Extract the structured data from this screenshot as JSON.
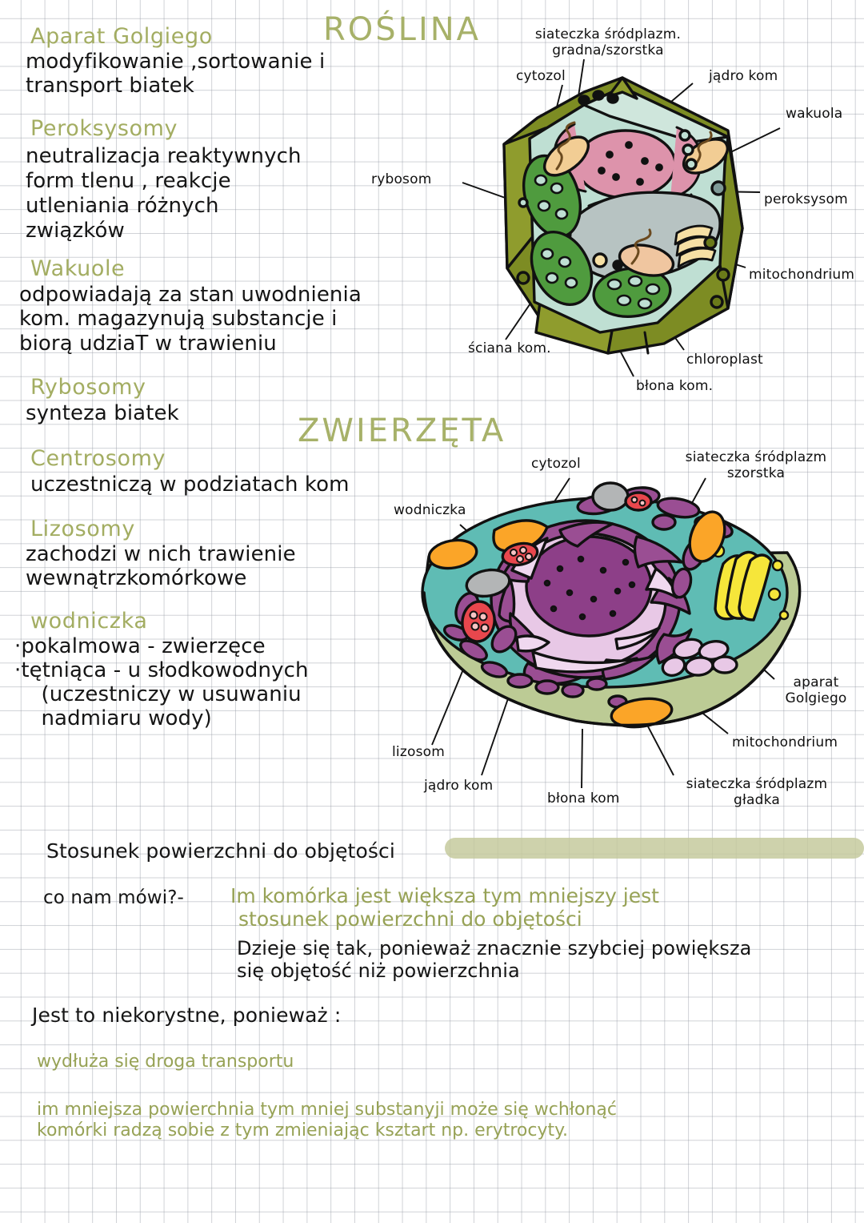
{
  "page": {
    "paper": "graph-paper",
    "ink_black": "#151515",
    "ink_green": "#9aa55c",
    "highlight": "#c3c89a"
  },
  "notes": [
    {
      "title": "Aparat Golgiego",
      "lines": [
        "modyfikowanie ,sortowanie i",
        "transport biatek"
      ]
    },
    {
      "title": "Peroksysomy",
      "lines": [
        "neutralizacja reaktywnych",
        "form tlenu , reakcje",
        "utleniania różnych",
        "związków"
      ]
    },
    {
      "title": "Wakuole",
      "lines": [
        "odpowiadają za stan uwodnienia",
        "kom. magazynują substancje i",
        "biorą udziaT w trawieniu"
      ]
    },
    {
      "title": "Rybosomy",
      "lines": [
        "synteza biatek"
      ]
    },
    {
      "title": "Centrosomy",
      "lines": [
        "uczestniczą w podziatach kom"
      ]
    },
    {
      "title": "Lizosomy",
      "lines": [
        "zachodzi w nich trawienie",
        "wewnątrzkomórkowe"
      ]
    },
    {
      "title": "wodniczka",
      "lines": [
        "·pokalmowa - zwierzęce",
        "·tętniąca - u słodkowodnych",
        "    (uczestniczy w usuwaniu",
        "    nadmiaru wody)"
      ]
    }
  ],
  "plant": {
    "heading": "ROŚLINA",
    "labels": {
      "er_rough": "siateczka śródplazm.\ngradna/szorstka",
      "cytosol": "cytozol",
      "nucleus": "jądro kom",
      "vacuole": "wakuola",
      "ribosome": "rybosom",
      "peroxisome": "peroksysom",
      "mitochondrion": "mitochondrium",
      "cell_wall": "ściana kom.",
      "chloroplast": "chloroplast",
      "membrane": "błona kom."
    }
  },
  "animal": {
    "heading": "ZWIERZĘTA",
    "labels": {
      "cytosol": "cytozol",
      "er_rough": "siateczka śródplazm\nszorstka",
      "vacuole": "wodniczka",
      "golgi": "aparat\nGolgiego",
      "mitochondrion": "mitochondrium",
      "er_smooth": "siateczka śródplazm\ngładka",
      "membrane": "błona kom",
      "nucleus": "jądro kom",
      "lysosome": "lizosom"
    }
  },
  "ratio": {
    "heading": "Stosunek powierzchni do objętości",
    "question": "co nam mówi?-",
    "answer_green": [
      "Im komórka jest większa tym mniejszy jest",
      "stosunek powierzchni do objętości"
    ],
    "answer_black": [
      "Dzieje się tak, ponieważ znacznie szybciej powiększa",
      "się objętość niż powierzchnia"
    ],
    "why_heading": "Jest to niekorystne, ponieważ :",
    "why_points": [
      "wydłuża się droga transportu"
    ],
    "why_detail": [
      "im mniejsza powierchnia tym mniej substanyji może się wchłonąć",
      "komórki radzą sobie z tym zmieniając ksztart np. erytrocyty."
    ]
  }
}
